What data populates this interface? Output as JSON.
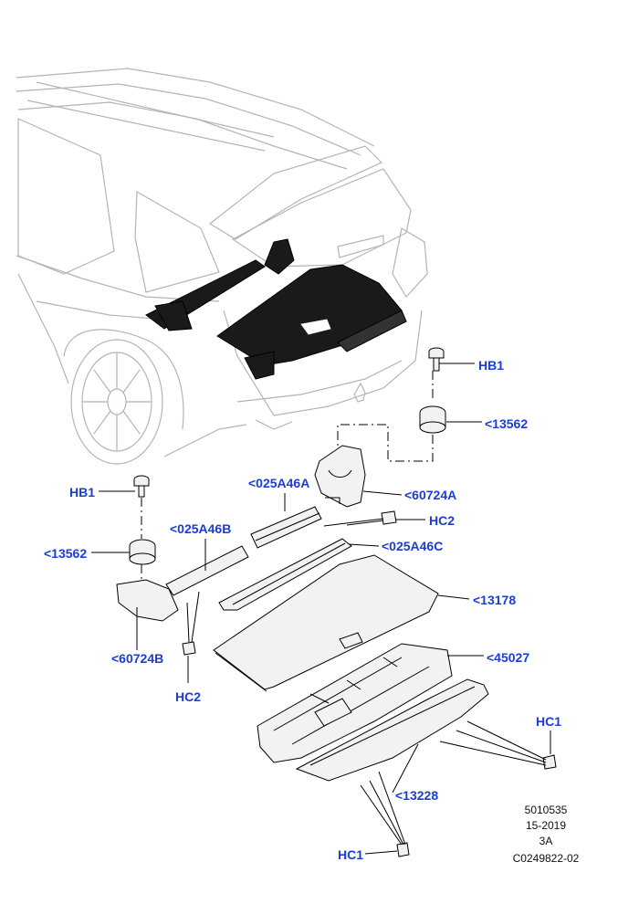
{
  "colors": {
    "callout": "#1b3cd6",
    "line": "#000000",
    "body_outline": "#b4b4b4",
    "part_fill": "#f2f2f2",
    "highlight": "#1a1a1a"
  },
  "callouts": {
    "hb1_right": "HB1",
    "c13562_right": "<13562",
    "c60724a": "<60724A",
    "c025a46a": "<025A46A",
    "hc2_right": "HC2",
    "c025a46c": "<025A46C",
    "c13178": "<13178",
    "c45027": "<45027",
    "hc1_right": "HC1",
    "c13228": "<13228",
    "hc1_bottom": "HC1",
    "hb1_left": "HB1",
    "c13562_left": "<13562",
    "c025a46b": "<025A46B",
    "c60724b": "<60724B",
    "hc2_left": "HC2"
  },
  "meta": {
    "line1": "5010535",
    "line2": "15-2019",
    "line3": "3A",
    "line4": "C0249822-02"
  }
}
